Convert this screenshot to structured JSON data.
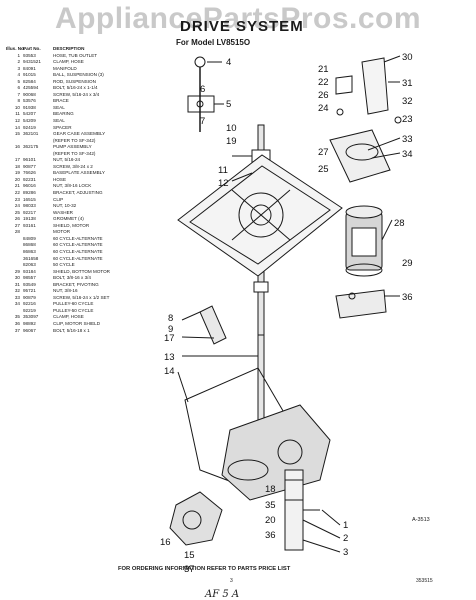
{
  "watermark": "AppliancePartsPros.com",
  "header": {
    "title": "DRIVE SYSTEM",
    "subtitle": "For Model LV8515O"
  },
  "parts_table": {
    "headers": [
      "Illus. No.",
      "Part No.",
      "DESCRIPTION"
    ],
    "rows": [
      [
        "1",
        "93553",
        "HOSE, TUB OUTLET"
      ],
      [
        "2",
        "9431521",
        "CLAMP, HOSE"
      ],
      [
        "3",
        "84091",
        "MANIFOLD"
      ],
      [
        "4",
        "91015",
        "BALL, SUSPENSION (3)"
      ],
      [
        "5",
        "82584",
        "ROD, SUSPENSION"
      ],
      [
        "6",
        "425594",
        "BOLT, 5/16-24 x 1-1/4"
      ],
      [
        "7",
        "90068",
        "SCREW, 5/16-24 x 3/4"
      ],
      [
        "8",
        "53576",
        "BRACE"
      ],
      [
        "10",
        "91938",
        "SEAL"
      ],
      [
        "11",
        "54207",
        "BEARING"
      ],
      [
        "12",
        "54209",
        "SEAL"
      ],
      [
        "14",
        "92419",
        "SPACER"
      ],
      [
        "15",
        "362101",
        "GEAR CASE ASSEMBLY"
      ],
      [
        "",
        "",
        "(REFER TO SF-342)"
      ],
      [
        "16",
        "362175",
        "PUMP ASSEMBLY"
      ],
      [
        "",
        "",
        "(REFER TO SF-342)"
      ],
      [
        "17",
        "96101",
        "NUT, 5/16-24"
      ],
      [
        "18",
        "90877",
        "SCREW, 3/8-24 x 2"
      ],
      [
        "19",
        "76626",
        "BASEPLATE ASSEMBLY"
      ],
      [
        "20",
        "92231",
        "HOSE"
      ],
      [
        "21",
        "96016",
        "NUT, 3/8-16 LOCK"
      ],
      [
        "22",
        "89286",
        "BRACKET, ADJUSTING"
      ],
      [
        "23",
        "16515",
        "CLIP"
      ],
      [
        "24",
        "98033",
        "NUT, 10-32"
      ],
      [
        "25",
        "92217",
        "WASHER"
      ],
      [
        "26",
        "19138",
        "GROMMET (4)"
      ],
      [
        "27",
        "93161",
        "SHIELD, MOTOR"
      ],
      [
        "28",
        "",
        "MOTOR"
      ],
      [
        "",
        "84809",
        "60 CYCLE-ALTERNATE"
      ],
      [
        "",
        "86868",
        "60 CYCLE-ALTERNATE"
      ],
      [
        "",
        "86863",
        "60 CYCLE-ALTERNATE"
      ],
      [
        "",
        "361658",
        "60 CYCLE-ALTERNATE"
      ],
      [
        "",
        "82063",
        "50 CYCLE"
      ],
      [
        "29",
        "93184",
        "SHIELD, BOTTOM MOTOR"
      ],
      [
        "30",
        "98557",
        "BOLT, 3/8-16 x 3/4"
      ],
      [
        "31",
        "93549",
        "BRACKET, PIVOTING"
      ],
      [
        "32",
        "95721",
        "NUT, 3/8-16"
      ],
      [
        "33",
        "90879",
        "SCREW, 5/16-24 x 1/2 SET"
      ],
      [
        "34",
        "92216",
        "PULLEY-60 CYCLE"
      ],
      [
        "",
        "92219",
        "PULLEY-50 CYCLE"
      ],
      [
        "35",
        "353097",
        "CLAMP, HOSE"
      ],
      [
        "36",
        "98892",
        "CLIP, MOTOR SHIELD"
      ],
      [
        "37",
        "96067",
        "BOLT, 5/16-18 x 1"
      ]
    ]
  },
  "callouts": {
    "c1": "1",
    "c2": "2",
    "c3": "3",
    "c4": "4",
    "c5": "5",
    "c6": "6",
    "c7": "7",
    "c8": "8",
    "c9": "9",
    "c10": "10",
    "c11": "11",
    "c12": "12",
    "c13": "13",
    "c14": "14",
    "c15": "15",
    "c16": "16",
    "c17": "17",
    "c18": "18",
    "c19": "19",
    "c20": "20",
    "c21": "21",
    "c22": "22",
    "c23": "23",
    "c24": "24",
    "c25": "25",
    "c26": "26",
    "c27": "27",
    "c28": "28",
    "c29": "29",
    "c30": "30",
    "c31": "31",
    "c32": "32",
    "c33": "33",
    "c34": "34",
    "c35": "35",
    "c36": "36",
    "c37": "37"
  },
  "art_number": "A-3513",
  "footer": {
    "order_info": "FOR ORDERING INFORMATION REFER TO PARTS PRICE LIST",
    "page_number": "3",
    "code": "353515",
    "handwriting": "AF 5 A"
  }
}
